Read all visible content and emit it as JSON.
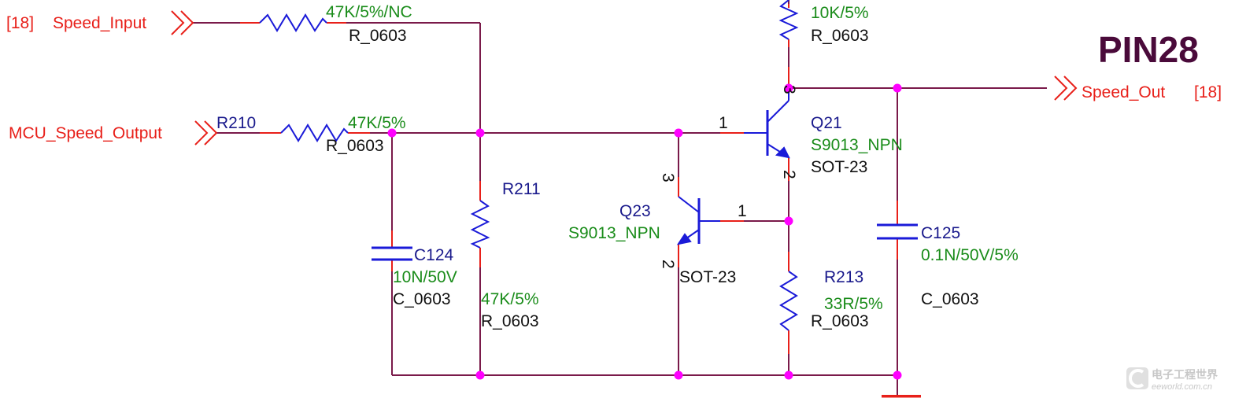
{
  "title": "PIN28",
  "colors": {
    "wire": "#7a1a4a",
    "lead": "#e8201a",
    "component": "#1a1ad8",
    "ref": "#1a1a8c",
    "value": "#1a8c1a",
    "footprint": "#111111",
    "net": "#e8201a",
    "junction": "#ff00ff",
    "title": "#4a0a3a"
  },
  "nets": {
    "speed_input": {
      "page": "[18]",
      "name": "Speed_Input"
    },
    "mcu_speed_output": {
      "name": "MCU_Speed_Output"
    },
    "speed_out": {
      "name": "Speed_Out",
      "page": "[18]"
    }
  },
  "components": {
    "r_nc": {
      "value": "47K/5%/NC",
      "footprint": "R_0603"
    },
    "r210": {
      "ref": "R210",
      "value": "47K/5%",
      "footprint": "R_0603"
    },
    "r_top": {
      "value": "10K/5%",
      "footprint": "R_0603"
    },
    "r211": {
      "ref": "R211",
      "value": "47K/5%",
      "footprint": "R_0603"
    },
    "c124": {
      "ref": "C124",
      "value": "10N/50V",
      "footprint": "C_0603"
    },
    "q21": {
      "ref": "Q21",
      "value": "S9013_NPN",
      "footprint": "SOT-23",
      "pin_base": "1",
      "pin_collector": "3",
      "pin_emitter": "2"
    },
    "q23": {
      "ref": "Q23",
      "value": "S9013_NPN",
      "footprint": "SOT-23",
      "pin_base": "1",
      "pin_collector": "3",
      "pin_emitter": "2"
    },
    "r213": {
      "ref": "R213",
      "value": "33R/5%",
      "footprint": "R_0603"
    },
    "c125": {
      "ref": "C125",
      "value": "0.1N/50V/5%",
      "footprint": "C_0603"
    }
  },
  "watermark": {
    "line1": "电子工程世界",
    "line2": "eeworld.com.cn"
  }
}
